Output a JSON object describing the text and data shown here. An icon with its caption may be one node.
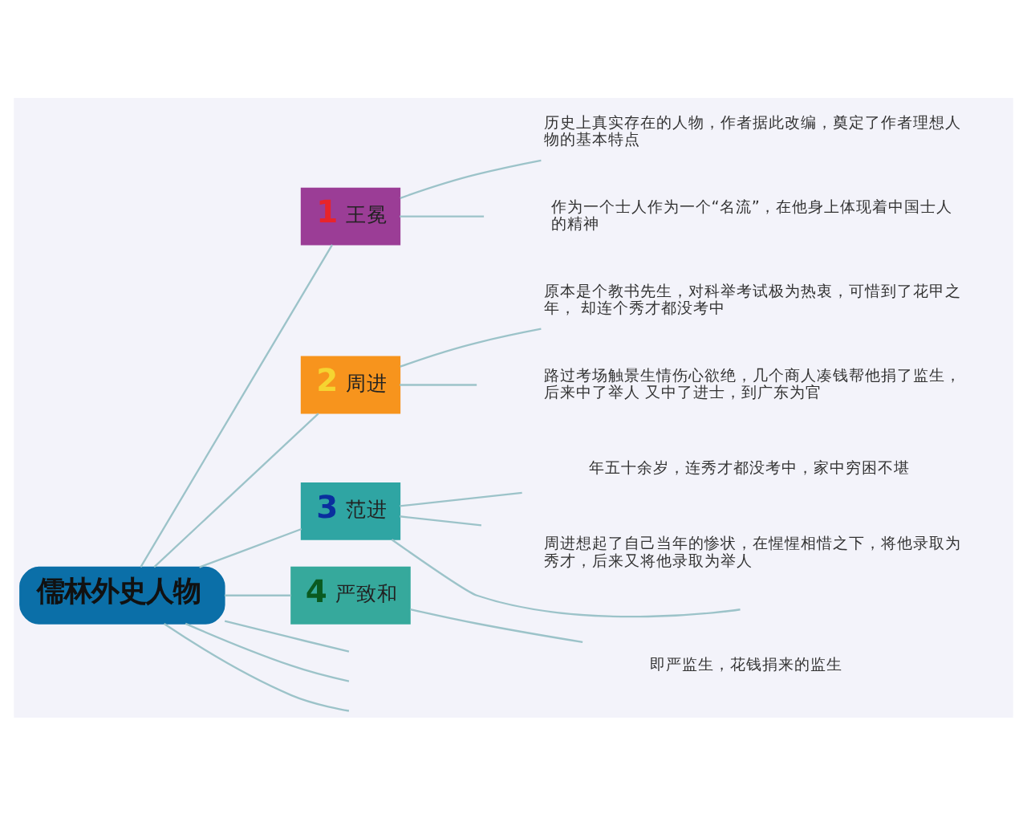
{
  "diagram": {
    "nodes": [
      {
        "text": [
          "儒林外史人物"
        ]
      },
      {
        "text": [
          "1",
          "王冕"
        ]
      },
      {
        "text": [
          "历史上真实存在的人物，作者据此改编，奠定了作者理想人物的基本特点"
        ]
      },
      {
        "text": [
          "作为一个士人作为一个“名流”，在他身上体现着中国士人的精神"
        ]
      },
      {
        "text": [
          "2",
          "周进"
        ]
      },
      {
        "text": [
          "原本是个教书先生，对科举考试极为热衷，可惜到了花甲之年， 却连个秀才都没考中"
        ]
      },
      {
        "text": [
          "路过考场触景生情伤心欲绝，几个商人凑钱帮他捐了监生，后来中了举人 又中了进士，到广东为官"
        ]
      },
      {
        "text": [
          "3",
          "范进"
        ]
      },
      {
        "text": [
          "年五十余岁，连秀才都没考中，家中穷困不堪"
        ]
      },
      {
        "text": [
          "周进想起了自己当年的惨状，在惺惺相惜之下，将他录取为秀才，后来又将他录取为举人"
        ]
      },
      {
        "text": [
          "4",
          "严致和"
        ]
      },
      {
        "text": [
          "即严监生，花钱捐来的监生"
        ]
      }
    ],
    "edges": [
      {
        "from": 0,
        "to": 1,
        "arrow": "none"
      },
      {
        "from": 0,
        "to": 4,
        "arrow": "none"
      },
      {
        "from": 0,
        "to": 7,
        "arrow": "none"
      },
      {
        "from": 0,
        "to": 10,
        "arrow": "none"
      },
      {
        "from": 0,
        "to": null,
        "arrow": "none"
      },
      {
        "from": 0,
        "to": null,
        "arrow": "none"
      },
      {
        "from": 0,
        "to": null,
        "arrow": "none"
      },
      {
        "from": 1,
        "to": 2,
        "arrow": "none"
      },
      {
        "from": 1,
        "to": 3,
        "arrow": "none"
      },
      {
        "from": 4,
        "to": 5,
        "arrow": "none"
      },
      {
        "from": 4,
        "to": 6,
        "arrow": "none"
      },
      {
        "from": 7,
        "to": 8,
        "arrow": "none"
      },
      {
        "from": 7,
        "to": 9,
        "arrow": "none"
      },
      {
        "from": 7,
        "to": null,
        "arrow": "none"
      },
      {
        "from": 10,
        "to": 11,
        "arrow": "none"
      }
    ]
  }
}
